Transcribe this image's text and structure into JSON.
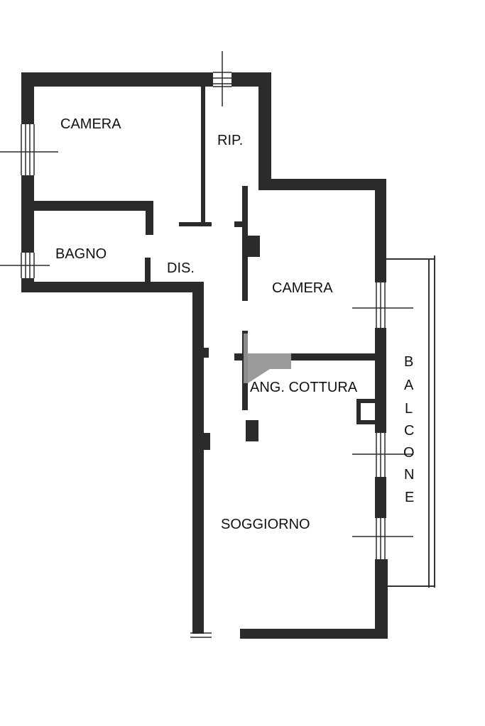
{
  "plan": {
    "rooms": {
      "camera_1": "CAMERA",
      "rip": "RIP.",
      "bagno": "BAGNO",
      "dis": "DIS.",
      "camera_2": "CAMERA",
      "ang_cottura": "ANG. COTTURA",
      "soggiorno": "SOGGIORNO"
    },
    "balcone_letters": [
      "B",
      "A",
      "L",
      "C",
      "O",
      "N",
      "E"
    ]
  },
  "colors": {
    "wall": "#2b2b2b",
    "background": "#ffffff",
    "kitchen_highlight": "#9a9a9a"
  }
}
